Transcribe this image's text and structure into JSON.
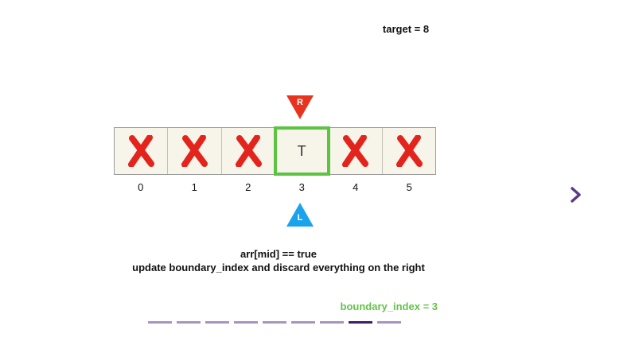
{
  "header": {
    "target_label": "target = 8"
  },
  "array": {
    "cells": [
      {
        "index": "0",
        "text": "",
        "state": "discarded"
      },
      {
        "index": "1",
        "text": "",
        "state": "discarded"
      },
      {
        "index": "2",
        "text": "",
        "state": "discarded"
      },
      {
        "index": "3",
        "text": "T",
        "state": "active"
      },
      {
        "index": "4",
        "text": "",
        "state": "discarded"
      },
      {
        "index": "5",
        "text": "",
        "state": "discarded"
      }
    ]
  },
  "pointers": {
    "right": {
      "label": "R",
      "color": "#e8341f",
      "cell": 3
    },
    "left": {
      "label": "L",
      "color": "#1aa3ec",
      "cell": 3
    }
  },
  "description": {
    "line1": "arr[mid] == true",
    "line2": "update boundary_index and discard everything on the right"
  },
  "result": {
    "boundary_text": "boundary_index = 3"
  },
  "progress": {
    "total_steps": 9,
    "current_step": 8
  },
  "colors": {
    "cross": "#e3241c",
    "active_border": "#5dc343",
    "boundary": "#62c449",
    "next_arrow": "#5b3a86"
  },
  "icons": {
    "next": "chevron-right-icon",
    "discarded": "cross-icon"
  }
}
